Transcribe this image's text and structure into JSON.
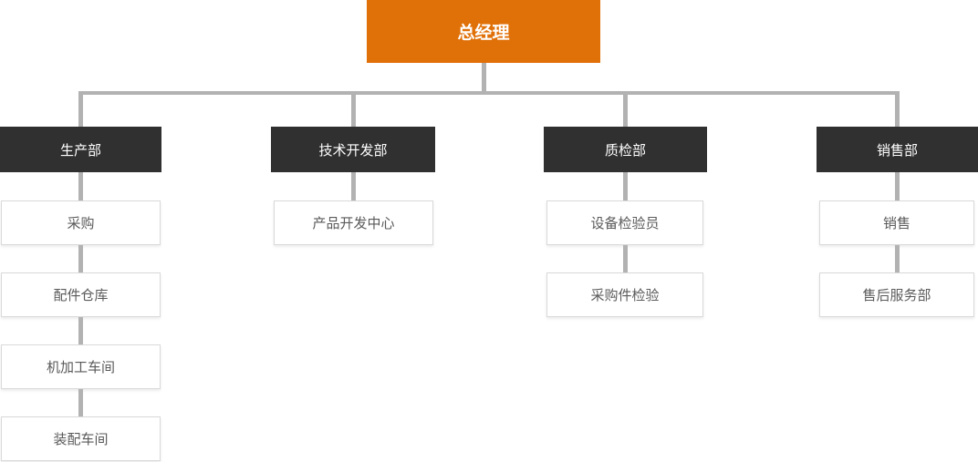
{
  "colors": {
    "root_background": "#E07008",
    "department_background": "#303030",
    "connector_line": "#B2B2B2",
    "child_border": "#D9D9D9",
    "child_text": "#5A5A5A",
    "node_text_on_dark": "#FFFFFF"
  },
  "org": {
    "root": {
      "label": "总经理"
    },
    "departments": [
      {
        "label": "生产部",
        "children": [
          "采购",
          "配件仓库",
          "机加工车间",
          "装配车间"
        ]
      },
      {
        "label": "技术开发部",
        "children": [
          "产品开发中心"
        ]
      },
      {
        "label": "质检部",
        "children": [
          "设备检验员",
          "采购件检验"
        ]
      },
      {
        "label": "销售部",
        "children": [
          "销售",
          "售后服务部"
        ]
      }
    ]
  }
}
